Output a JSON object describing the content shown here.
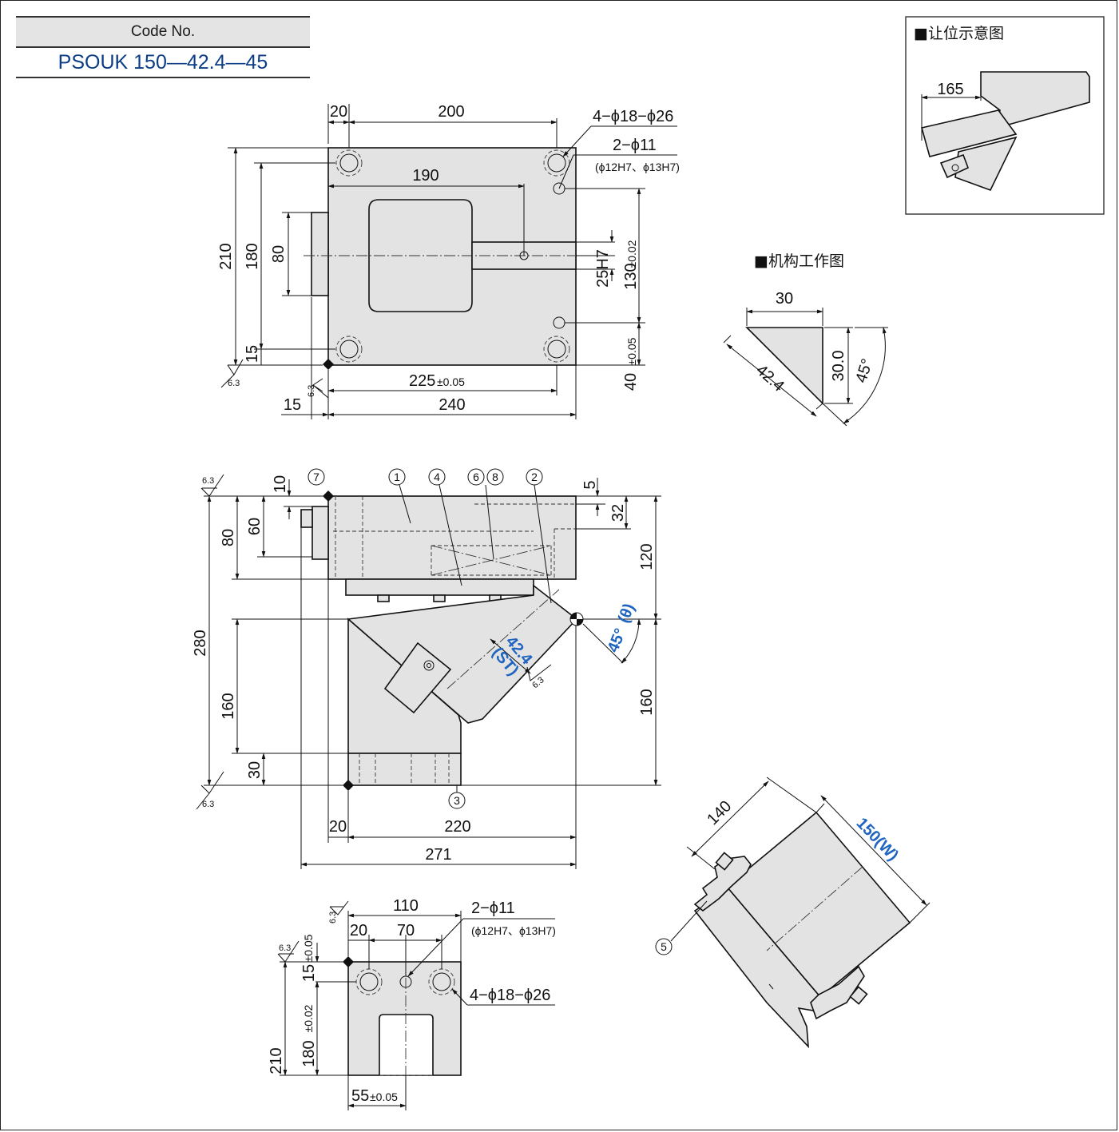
{
  "code_box": {
    "header": "Code No.",
    "value": "PSOUK 150—42.4—45"
  },
  "section_titles": {
    "clearance": "■让位示意图",
    "mechanism": "■机构工作图"
  },
  "surface_mark": "6.3",
  "top_view": {
    "d20": "20",
    "d200": "200",
    "d190": "190",
    "d210": "210",
    "d180": "180",
    "d80": "80",
    "d15": "15",
    "d225": "225",
    "d225_tol": "±0.05",
    "d15b": "15",
    "d240": "240",
    "d25h7": "25H7",
    "d130": "130",
    "d130_tol": "±0.02",
    "d40": "40",
    "d40_tol": "±0.05",
    "holes_large": "4−ϕ18−ϕ26",
    "holes_small": "2−ϕ11",
    "holes_small_fit": "(ϕ12H7、ϕ13H7)"
  },
  "front_view": {
    "d10": "10",
    "d60": "60",
    "d80": "80",
    "d280": "280",
    "d160l": "160",
    "d30": "30",
    "d5": "5",
    "d32": "32",
    "d120": "120",
    "d160r": "160",
    "d20": "20",
    "d220": "220",
    "d271": "271",
    "stroke": "42.4",
    "stroke_tag": "(ST)",
    "angle": "45°",
    "angle_tag": "(θ)",
    "balloons": [
      "⑦",
      "①",
      "④",
      "⑥⑧",
      "②",
      "③"
    ]
  },
  "side_view": {
    "d110": "110",
    "d20": "20",
    "d70": "70",
    "d15": "15",
    "d15_tol": "±0.05",
    "d180": "180",
    "d180_tol": "±0.02",
    "d210": "210",
    "d55": "55",
    "d55_tol": "±0.05",
    "holes_small": "2−ϕ11",
    "holes_small_fit": "(ϕ12H7、ϕ13H7)",
    "holes_large": "4−ϕ18−ϕ26"
  },
  "clearance_view": {
    "d165": "165"
  },
  "mechanism_view": {
    "d30": "30",
    "d30_0": "30.0",
    "d42_4": "42.4",
    "angle": "45°"
  },
  "iso_view": {
    "d140": "140",
    "width": "150(W)",
    "balloon": "⑤"
  }
}
